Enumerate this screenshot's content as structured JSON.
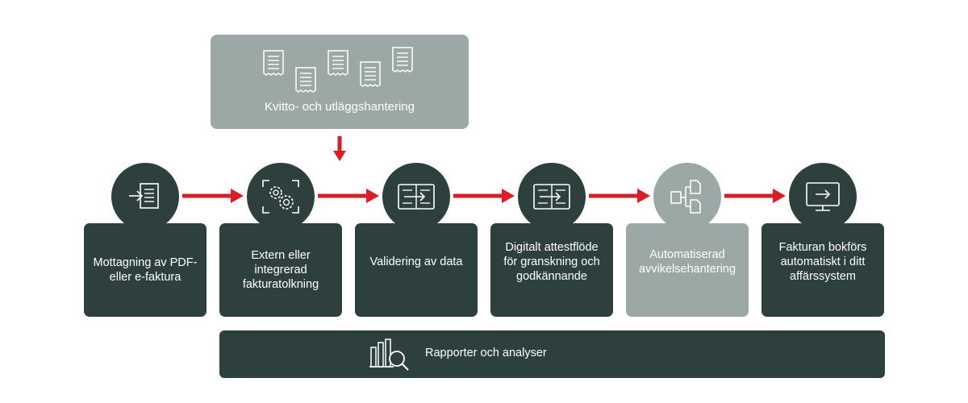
{
  "top_box": {
    "label": "Kvitto- och utläggshantering",
    "icons": [
      "receipt-icon",
      "receipt-icon",
      "receipt-icon",
      "receipt-icon",
      "receipt-icon"
    ]
  },
  "steps": [
    {
      "icon": "document-import-icon",
      "label": "Mottagning av PDF- eller e-faktura",
      "style": "dark"
    },
    {
      "icon": "gears-scan-icon",
      "label": "Extern eller integrerad fakturatolkning",
      "style": "dark"
    },
    {
      "icon": "document-arrow-icon",
      "label": "Validering av data",
      "style": "dark"
    },
    {
      "icon": "document-arrow-icon",
      "label": "Digitalt attestflöde för granskning och godkännande",
      "style": "dark"
    },
    {
      "icon": "flowchart-documents-icon",
      "label": "Automatiserad avvikelsehantering",
      "style": "light"
    },
    {
      "icon": "monitor-arrow-icon",
      "label": "Fakturan bokförs automatiskt i ditt affärssystem",
      "style": "dark"
    }
  ],
  "bottom_bar": {
    "icon": "chart-magnifier-icon",
    "label": "Rapporter och analyser"
  },
  "colors": {
    "dark": "#2d403e",
    "light": "#9ca8a6",
    "arrow": "#d71f26",
    "text": "#ffffff"
  }
}
